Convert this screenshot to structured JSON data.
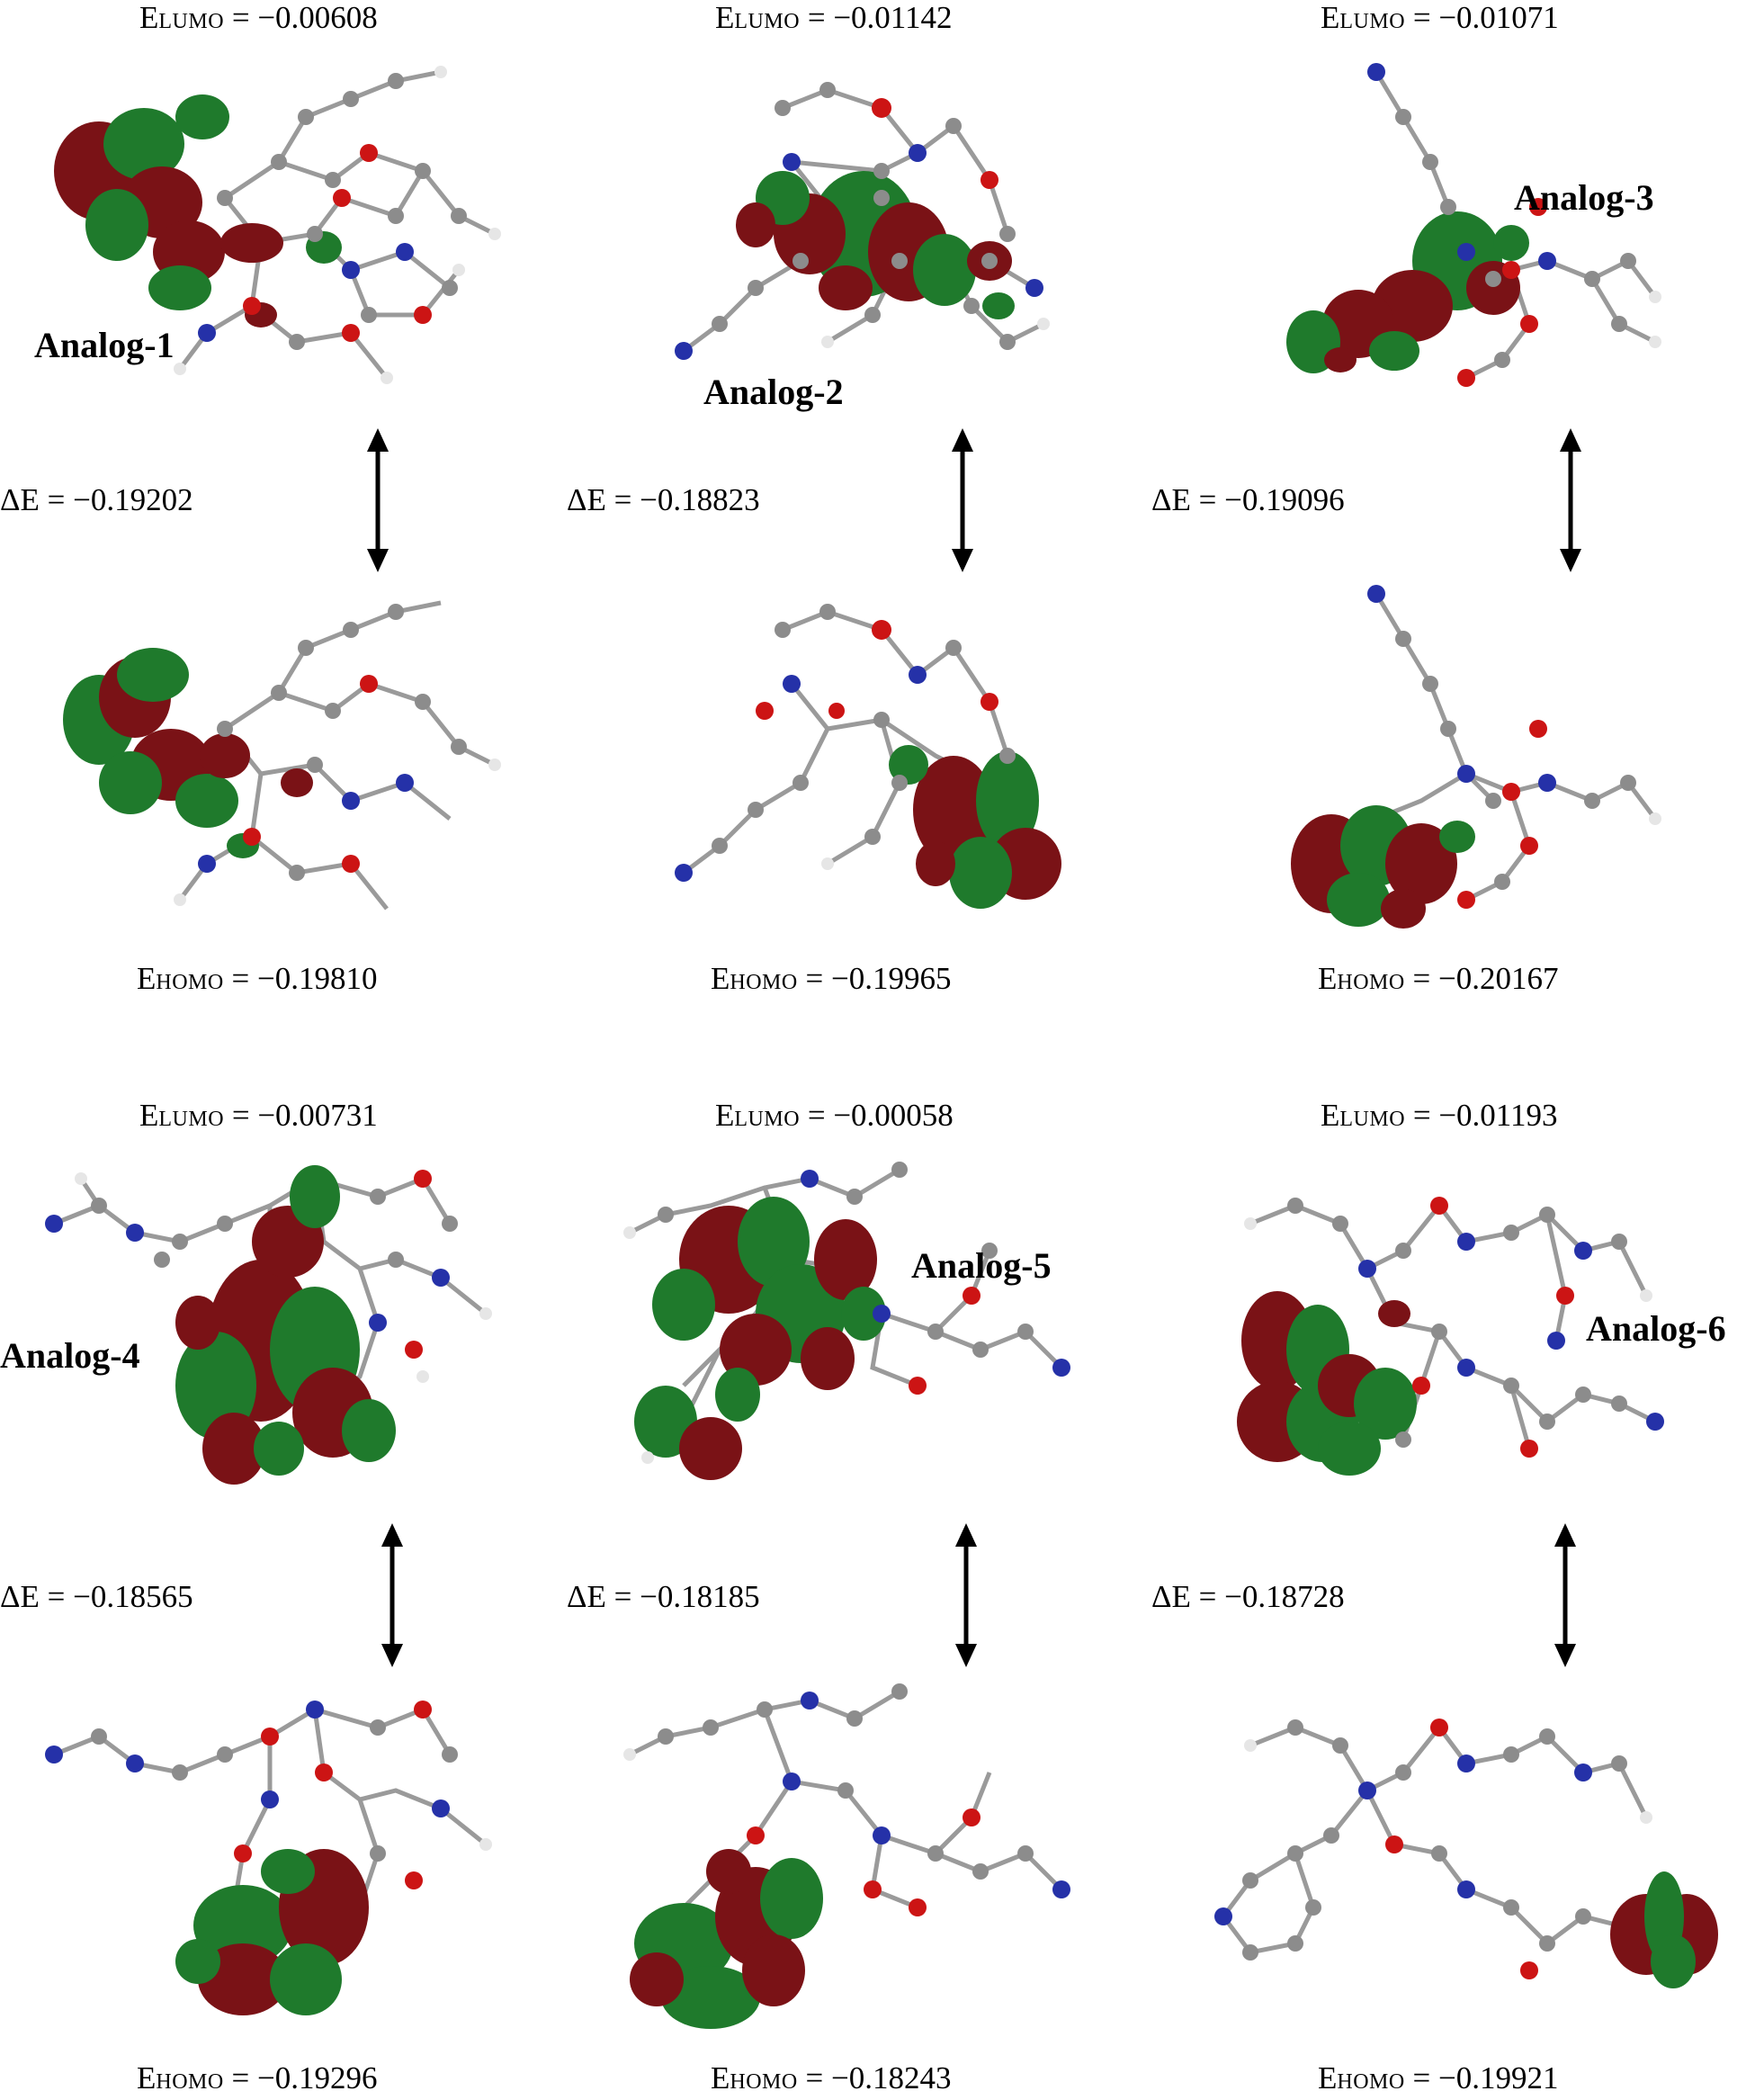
{
  "panels": [
    {
      "name": "Analog-1",
      "lumo": "−0.00608",
      "homo": "−0.19810",
      "gap": "−0.19202"
    },
    {
      "name": "Analog-2",
      "lumo": "−0.01142",
      "homo": "−0.19965",
      "gap": "−0.18823"
    },
    {
      "name": "Analog-3",
      "lumo": "−0.01071",
      "homo": "−0.20167",
      "gap": "−0.19096"
    },
    {
      "name": "Analog-4",
      "lumo": "−0.00731",
      "homo": "−0.19296",
      "gap": "−0.18565"
    },
    {
      "name": "Analog-5",
      "lumo": "−0.00058",
      "homo": "−0.18243",
      "gap": "−0.18185"
    },
    {
      "name": "Analog-6",
      "lumo": "−0.01193",
      "homo": "−0.19921",
      "gap": "−0.18728"
    }
  ],
  "notation": {
    "e": "E",
    "lumo": "LUMO",
    "homo": "HOMO",
    "delta": "ΔE",
    "eq": " = "
  },
  "colors": {
    "orbital_red": "#7a1216",
    "orbital_green": "#1f7a2c",
    "carbon": "#8c8c8c",
    "hydrogen": "#e6e6e6",
    "nitrogen": "#2531a8",
    "oxygen": "#cc1414"
  }
}
